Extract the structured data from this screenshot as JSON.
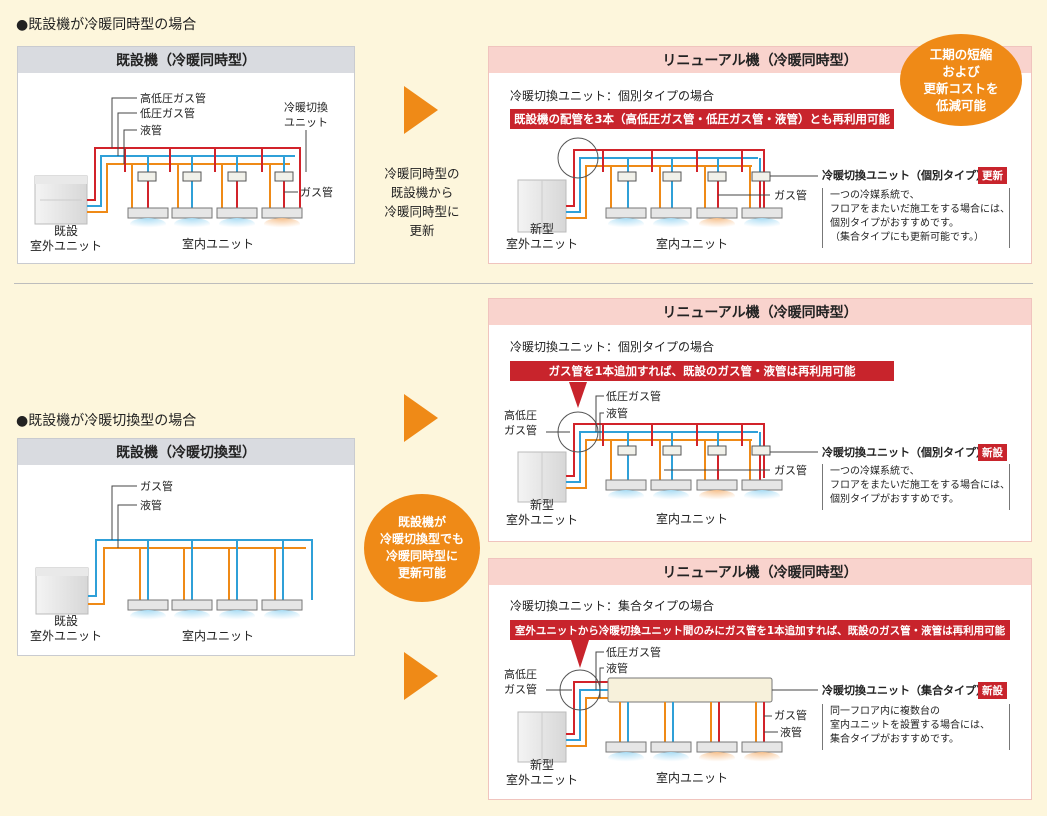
{
  "sections": {
    "top_title": "●既設機が冷暖同時型の場合",
    "bottom_title": "●既設機が冷暖切換型の場合"
  },
  "panel1": {
    "header": "既設機（冷暖同時型）",
    "lbl_hp": "高低圧ガス管",
    "lbl_lp": "低圧ガス管",
    "lbl_liq": "液管",
    "lbl_switch": "冷暖切換\nユニット",
    "lbl_gas": "ガス管",
    "lbl_outdoor": "既設\n室外ユニット",
    "lbl_indoor": "室内ユニット"
  },
  "panel2": {
    "header": "リニューアル機（冷暖同時型）",
    "subtitle": "冷暖切換ユニット：個別タイプの場合",
    "banner": "既設機の配管を3本（高低圧ガス管・低圧ガス管・液管）とも再利用可能",
    "lbl_switch": "冷暖切換ユニット（個別タイプ）",
    "badge": "更新",
    "lbl_gas": "ガス管",
    "note": "一つの冷媒系統で、\nフロアをまたいだ施工をする場合には、\n個別タイプがおすすめです。\n（集合タイプにも更新可能です。）",
    "lbl_outdoor": "新型\n室外ユニット",
    "lbl_indoor": "室内ユニット"
  },
  "callout_top": "工期の短縮\nおよび\n更新コストを\n低減可能",
  "middle_top": "冷暖同時型の\n既設機から\n冷暖同時型に\n更新",
  "panel3": {
    "header": "リニューアル機（冷暖同時型）",
    "subtitle": "冷暖切換ユニット：個別タイプの場合",
    "banner": "ガス管を1本追加すれば、既設のガス管・液管は再利用可能",
    "lbl_lp": "低圧ガス管",
    "lbl_liq": "液管",
    "lbl_hp": "高低圧\nガス管",
    "lbl_switch": "冷暖切換ユニット（個別タイプ）",
    "badge": "新設",
    "lbl_gas": "ガス管",
    "note": "一つの冷媒系統で、\nフロアをまたいだ施工をする場合には、\n個別タイプがおすすめです。",
    "lbl_outdoor": "新型\n室外ユニット",
    "lbl_indoor": "室内ユニット"
  },
  "panel4": {
    "header": "既設機（冷暖切換型）",
    "lbl_gas": "ガス管",
    "lbl_liq": "液管",
    "lbl_outdoor": "既設\n室外ユニット",
    "lbl_indoor": "室内ユニット"
  },
  "middle_bottom": "既設機が\n冷暖切換型でも\n冷暖同時型に\n更新可能",
  "panel5": {
    "header": "リニューアル機（冷暖同時型）",
    "subtitle": "冷暖切換ユニット：集合タイプの場合",
    "banner": "室外ユニットから冷暖切換ユニット間のみにガス管を1本追加すれば、既設のガス管・液管は再利用可能",
    "lbl_lp": "低圧ガス管",
    "lbl_liq": "液管",
    "lbl_hp": "高低圧\nガス管",
    "lbl_switch": "冷暖切換ユニット（集合タイプ）",
    "badge": "新設",
    "lbl_gas": "ガス管",
    "lbl_liq2": "液管",
    "note": "同一フロア内に複数台の\n室内ユニットを設置する場合には、\n集合タイプがおすすめです。",
    "lbl_outdoor": "新型\n室外ユニット",
    "lbl_indoor": "室内ユニット"
  },
  "colors": {
    "red_pipe": "#d2232a",
    "blue_pipe": "#2fa0d8",
    "orange_pipe": "#ef8a17",
    "accent": "#c8242c"
  }
}
